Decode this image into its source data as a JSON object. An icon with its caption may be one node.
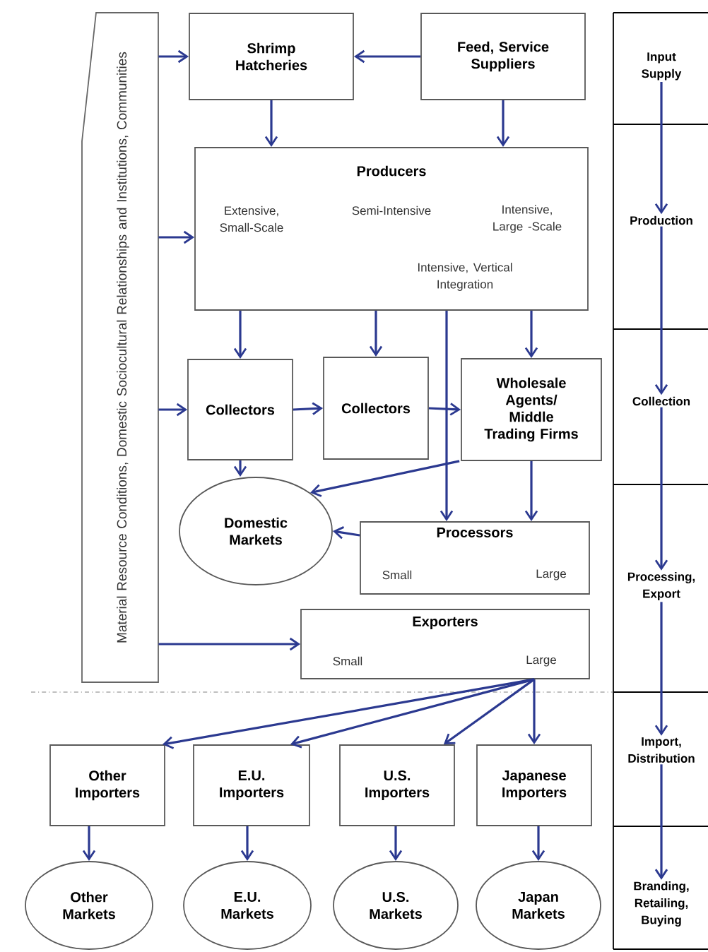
{
  "diagram": {
    "nodes": [
      {
        "text": [
          "Material Resource Conditions, Domestic Sociocultural Relationships and Institutions, Communities"
        ]
      },
      {
        "text": [
          "Shrimp Hatcheries"
        ]
      },
      {
        "text": [
          "Feed, Service Suppliers"
        ]
      },
      {
        "text": [
          "Producers",
          "Extensive, Small-Scale",
          "Semi-Intensive",
          "Intensive, Large -Scale",
          "Intensive, Vertical Integration"
        ]
      },
      {
        "text": [
          "Collectors"
        ]
      },
      {
        "text": [
          "Collectors"
        ]
      },
      {
        "text": [
          "Wholesale Agents/ Middle Trading Firms"
        ]
      },
      {
        "text": [
          "Domestic Markets"
        ]
      },
      {
        "text": [
          "Processors",
          "Small",
          "Large"
        ]
      },
      {
        "text": [
          "Exporters",
          "Small",
          "Large"
        ]
      },
      {
        "text": [
          "Other Importers"
        ]
      },
      {
        "text": [
          "E.U. Importers"
        ]
      },
      {
        "text": [
          "U.S. Importers"
        ]
      },
      {
        "text": [
          "Japanese Importers"
        ]
      },
      {
        "text": [
          "Other Markets"
        ]
      },
      {
        "text": [
          "E.U. Markets"
        ]
      },
      {
        "text": [
          "U.S. Markets"
        ]
      },
      {
        "text": [
          "Japan Markets"
        ]
      },
      {
        "text": [
          "Input Supply"
        ]
      },
      {
        "text": [
          "Production"
        ]
      },
      {
        "text": [
          "Collection"
        ]
      },
      {
        "text": [
          "Processing, Export"
        ]
      },
      {
        "text": [
          "Import, Distribution"
        ]
      },
      {
        "text": [
          "Branding, Retailing, Buying"
        ]
      }
    ],
    "edges": [
      {
        "from": 0,
        "to": 1,
        "arrow": "to"
      },
      {
        "from": 2,
        "to": 1,
        "arrow": "to"
      },
      {
        "from": 1,
        "to": 3,
        "arrow": "to"
      },
      {
        "from": 2,
        "to": 3,
        "arrow": "to"
      },
      {
        "from": 0,
        "to": 3,
        "arrow": "to"
      },
      {
        "from": 3,
        "to": 4,
        "arrow": "to"
      },
      {
        "from": 3,
        "to": 5,
        "arrow": "to"
      },
      {
        "from": 3,
        "to": 8,
        "arrow": "to"
      },
      {
        "from": 3,
        "to": 6,
        "arrow": "to"
      },
      {
        "from": 0,
        "to": 4,
        "arrow": "to"
      },
      {
        "from": 4,
        "to": 5,
        "arrow": "to"
      },
      {
        "from": 5,
        "to": 6,
        "arrow": "to"
      },
      {
        "from": 4,
        "to": 7,
        "arrow": "to"
      },
      {
        "from": 6,
        "to": 7,
        "arrow": "to"
      },
      {
        "from": 6,
        "to": 8,
        "arrow": "to"
      },
      {
        "from": 8,
        "to": 7,
        "arrow": "to"
      },
      {
        "from": 0,
        "to": 9,
        "arrow": "to"
      },
      {
        "from": 9,
        "to": 10,
        "arrow": "to"
      },
      {
        "from": 9,
        "to": 11,
        "arrow": "to"
      },
      {
        "from": 9,
        "to": 12,
        "arrow": "to"
      },
      {
        "from": 9,
        "to": 13,
        "arrow": "to"
      },
      {
        "from": 10,
        "to": 14,
        "arrow": "to"
      },
      {
        "from": 11,
        "to": 15,
        "arrow": "to"
      },
      {
        "from": 12,
        "to": 16,
        "arrow": "to"
      },
      {
        "from": 13,
        "to": 17,
        "arrow": "to"
      },
      {
        "from": 18,
        "to": 19,
        "arrow": "to"
      },
      {
        "from": 19,
        "to": 20,
        "arrow": "to"
      },
      {
        "from": 20,
        "to": 21,
        "arrow": "to"
      },
      {
        "from": 21,
        "to": 22,
        "arrow": "to"
      },
      {
        "from": 22,
        "to": 23,
        "arrow": "to"
      }
    ]
  }
}
